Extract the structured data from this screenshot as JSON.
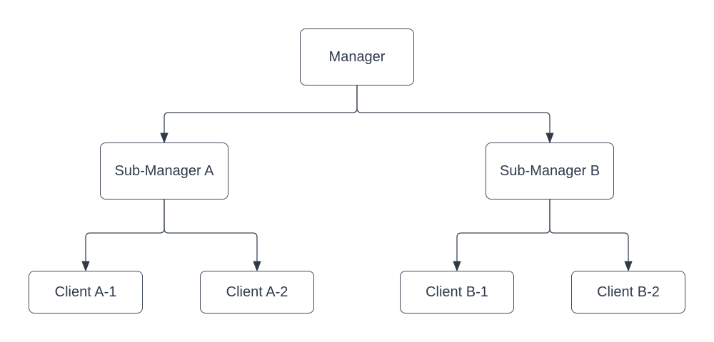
{
  "diagram": {
    "type": "org-chart",
    "nodes": [
      {
        "id": "manager",
        "label": "Manager"
      },
      {
        "id": "sub-manager-a",
        "label": "Sub-Manager A"
      },
      {
        "id": "sub-manager-b",
        "label": "Sub-Manager B"
      },
      {
        "id": "client-a-1",
        "label": "Client A-1"
      },
      {
        "id": "client-a-2",
        "label": "Client A-2"
      },
      {
        "id": "client-b-1",
        "label": "Client B-1"
      },
      {
        "id": "client-b-2",
        "label": "Client B-2"
      }
    ],
    "edges": [
      {
        "from": "Manager",
        "to": "Sub-Manager A",
        "arrow": "filled-triangle"
      },
      {
        "from": "Manager",
        "to": "Sub-Manager B",
        "arrow": "filled-triangle"
      },
      {
        "from": "Sub-Manager A",
        "to": "Client A-1",
        "arrow": "filled-triangle"
      },
      {
        "from": "Sub-Manager A",
        "to": "Client A-2",
        "arrow": "filled-triangle"
      },
      {
        "from": "Sub-Manager B",
        "to": "Client B-1",
        "arrow": "filled-triangle"
      },
      {
        "from": "Sub-Manager B",
        "to": "Client B-2",
        "arrow": "filled-triangle"
      }
    ],
    "colors": {
      "background": "#ffffff",
      "node_fill": "#ffffff",
      "node_border": "#414b5a",
      "text": "#2f3a4c",
      "connector": "#3c4656",
      "arrowhead": "#303a49"
    }
  }
}
